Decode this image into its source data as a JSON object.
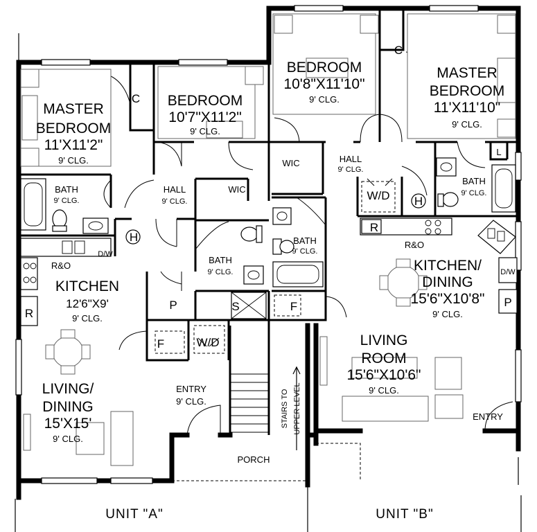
{
  "units": {
    "a": "UNIT \"A\"",
    "b": "UNIT \"B\""
  },
  "unit_a": {
    "master_bedroom": {
      "name1": "MASTER",
      "name2": "BEDROOM",
      "size": "11'X11'2\"",
      "clg": "9' CLG."
    },
    "closet": "C",
    "bedroom": {
      "name": "BEDROOM",
      "size": "10'7\"X11'2\"",
      "clg": "9' CLG."
    },
    "bath1": {
      "name": "BATH",
      "clg": "9' CLG."
    },
    "hall": {
      "name": "HALL",
      "clg": "9' CLG."
    },
    "wic": "WIC",
    "heater": "H",
    "dw": "D/W",
    "range": "R&O",
    "kitchen": {
      "name": "KITCHEN",
      "size": "12'6\"X9'",
      "clg": "9' CLG."
    },
    "fridge": "R",
    "bath2": {
      "name": "BATH",
      "clg": "9' CLG."
    },
    "pantry": "P",
    "shower": "S",
    "furnace": "F",
    "wd": "W/D",
    "living": {
      "name1": "LIVING/",
      "name2": "DINING",
      "size": "15'X15'",
      "clg": "9' CLG."
    },
    "entry": {
      "name": "ENTRY",
      "clg": "9' CLG."
    }
  },
  "common": {
    "porch": "PORCH",
    "stairs1": "STAIRS TO",
    "stairs2": "UPPER LEVEL"
  },
  "unit_b": {
    "bedroom": {
      "name": "BEDROOM",
      "size": "10'8\"X11'10\"",
      "clg": "9' CLG."
    },
    "closet": "C",
    "master_bedroom": {
      "name1": "MASTER",
      "name2": "BEDROOM",
      "size": "11'X11'10\"",
      "clg": "9' CLG."
    },
    "wic": "WIC",
    "hall": {
      "name": "HALL",
      "clg": "9' CLG."
    },
    "wd": "W/D",
    "heater": "H",
    "bath1": {
      "name": "BATH",
      "clg": "9' CLG."
    },
    "linen": "L",
    "bath2": {
      "name": "BATH",
      "clg": "9' CLG."
    },
    "fridge": "R",
    "range": "R&O",
    "kitchen": {
      "name1": "KITCHEN/",
      "name2": "DINING",
      "size": "15'6\"X10'8\"",
      "clg": "9' CLG."
    },
    "dw": "D/W",
    "pantry": "P",
    "furnace": "F",
    "living": {
      "name1": "LIVING",
      "name2": "ROOM",
      "size": "15'6\"X10'6\"",
      "clg": "9' CLG."
    },
    "entry": "ENTRY"
  }
}
